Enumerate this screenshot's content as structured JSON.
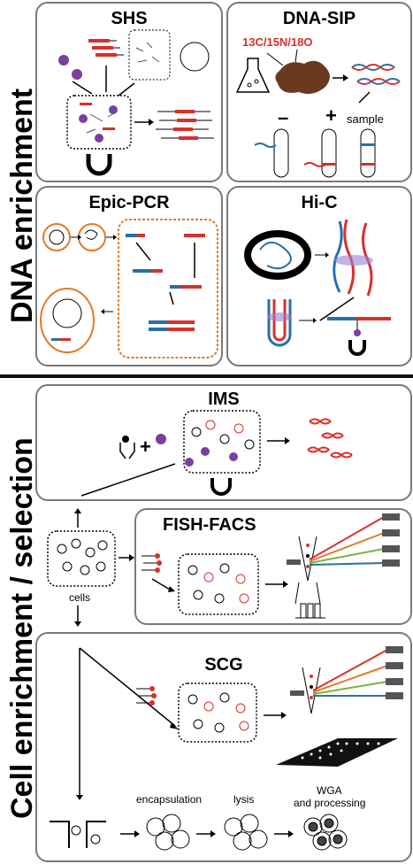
{
  "sections": {
    "top_label": "DNA enrichment",
    "bottom_label": "Cell enrichment / selection"
  },
  "panels": {
    "shs": {
      "title": "SHS"
    },
    "dna_sip": {
      "title": "DNA-SIP",
      "isotopes": "13C/15N/18O",
      "sample_label": "sample",
      "minus": "–",
      "plus": "+"
    },
    "epic_pcr": {
      "title": "Epic-PCR"
    },
    "hi_c": {
      "title": "Hi-C"
    },
    "ims": {
      "title": "IMS"
    },
    "fish_facs": {
      "title": "FISH-FACS"
    },
    "scg": {
      "title": "SCG"
    }
  },
  "flow": {
    "cells_label": "cells",
    "encapsulation_label": "encapsulation",
    "lysis_label": "lysis",
    "wga_label_line1": "WGA",
    "wga_label_line2": "and processing"
  },
  "colors": {
    "red": "#d9302a",
    "blue": "#2a6fa8",
    "purple": "#7b3fa0",
    "orange": "#e07a2a",
    "gray": "#7a7a7a",
    "brown": "#6b3a1e"
  }
}
